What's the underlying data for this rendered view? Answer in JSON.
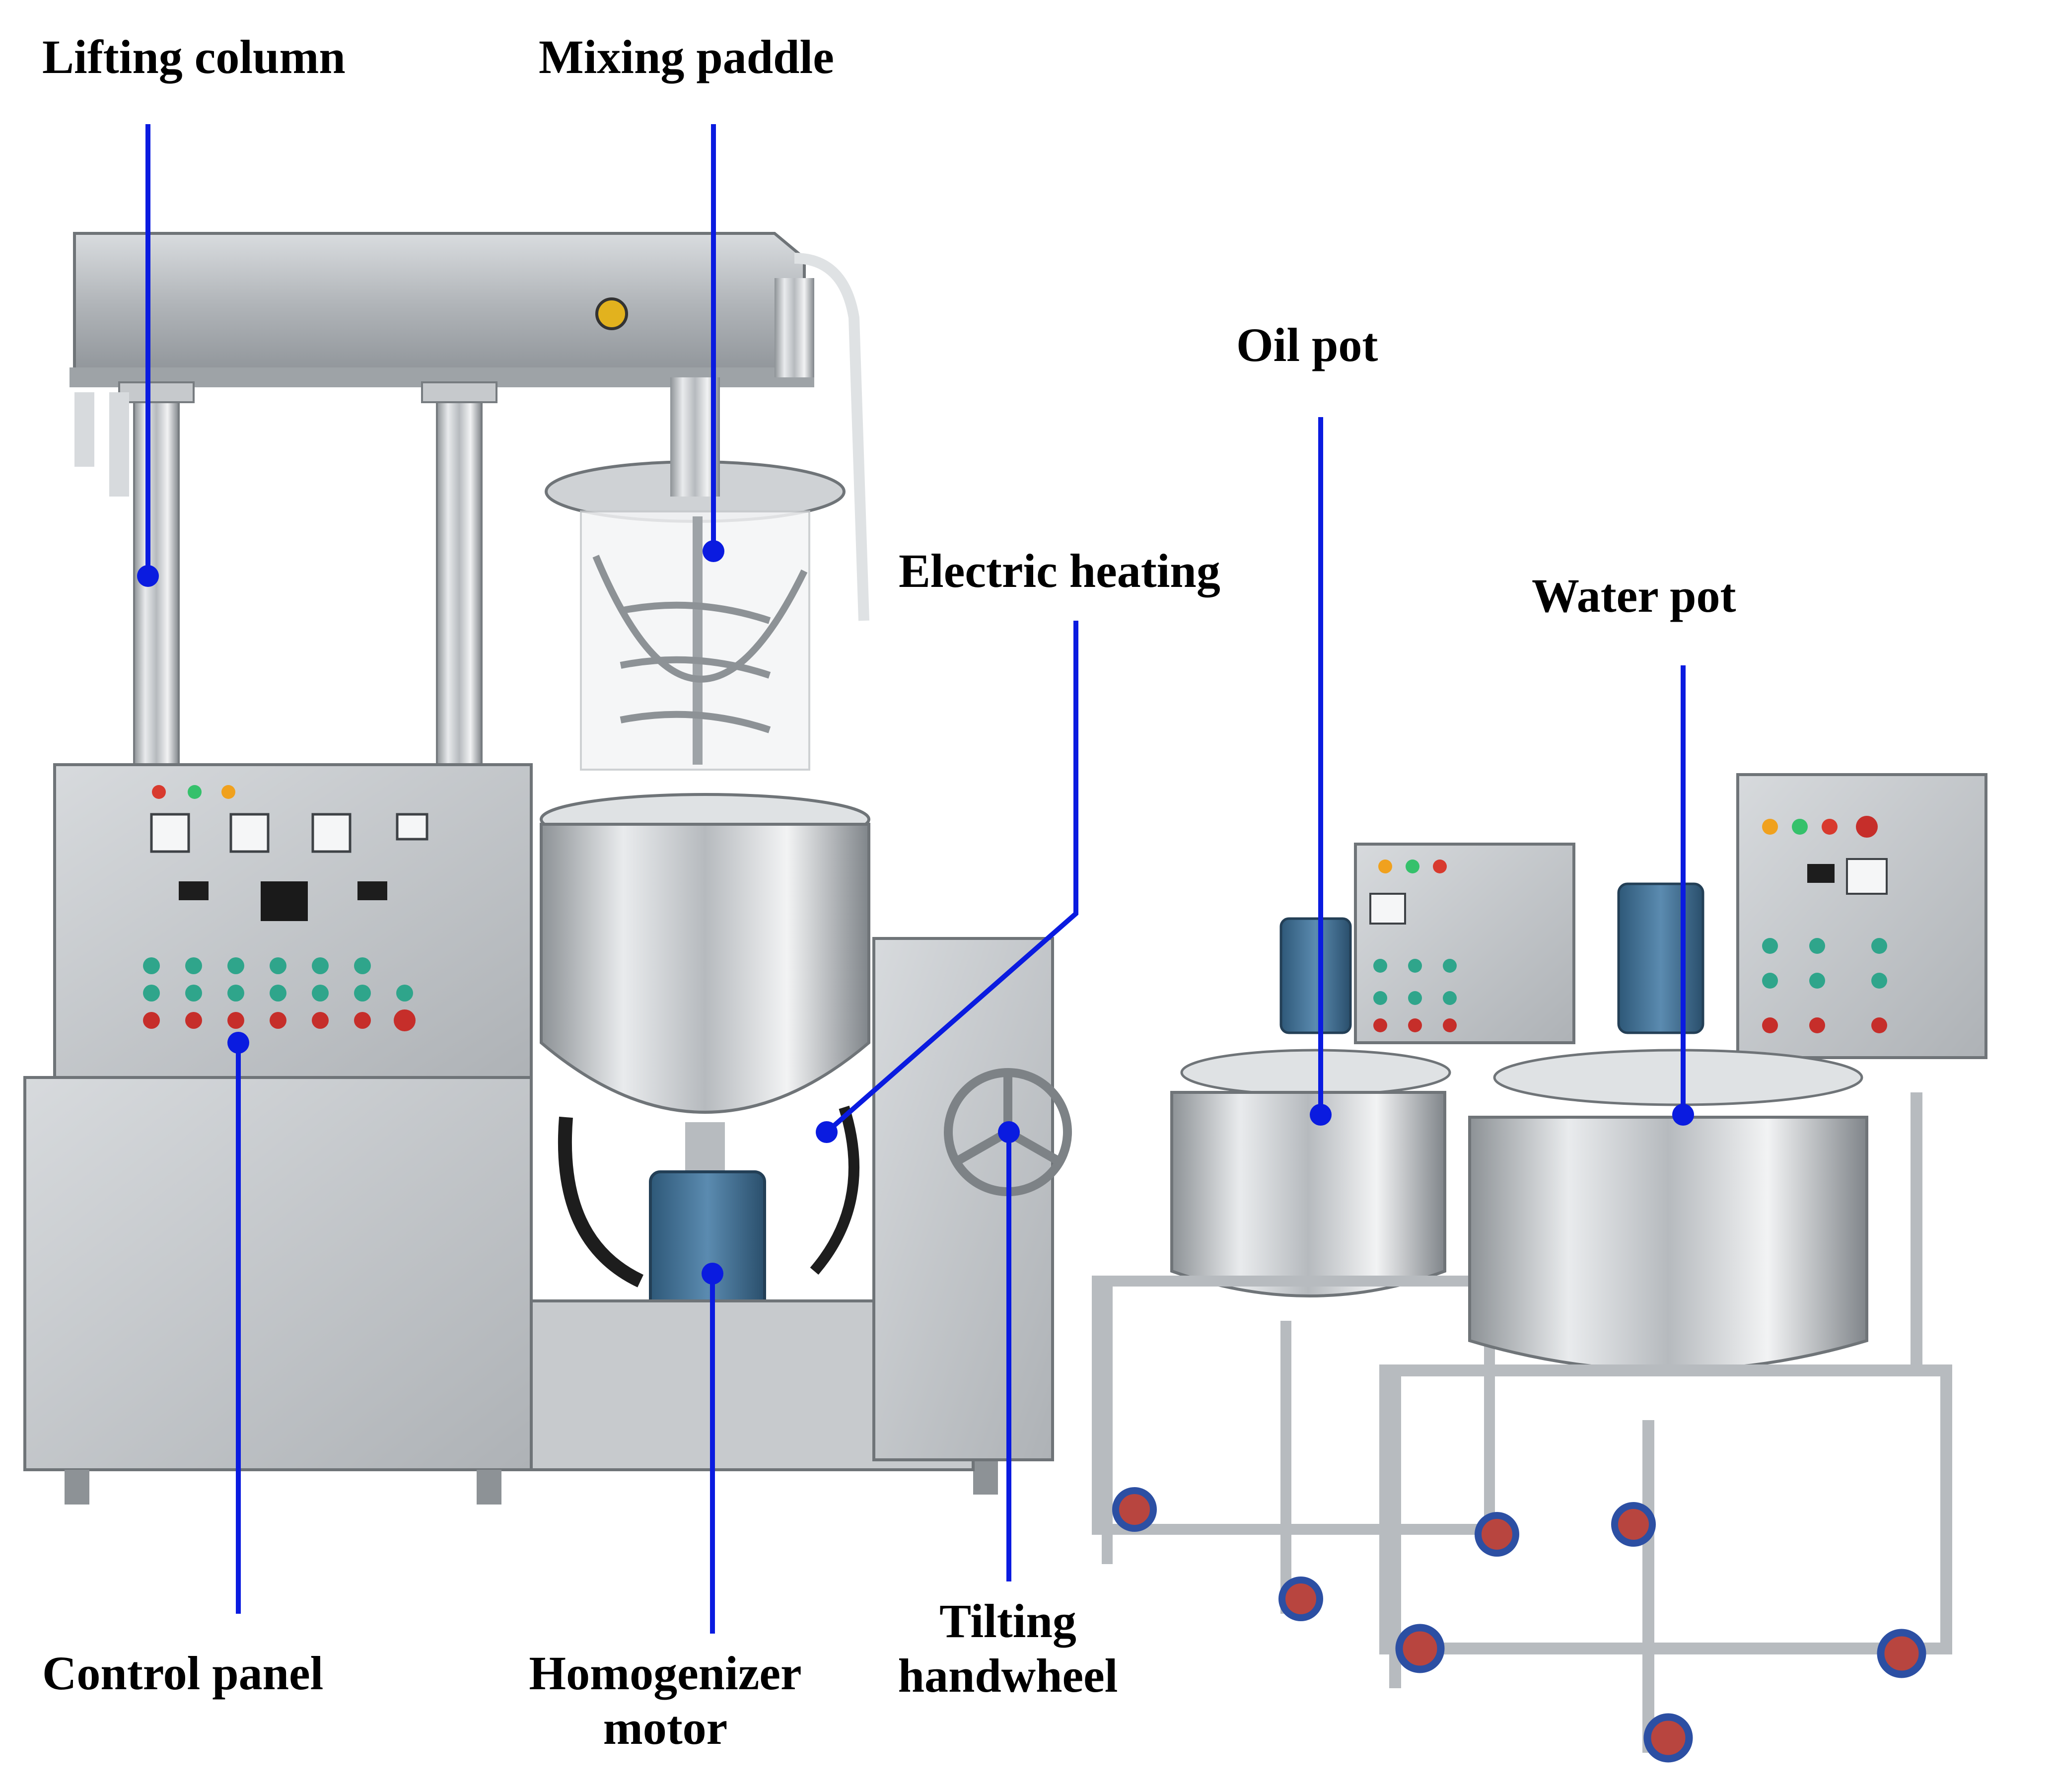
{
  "labels": {
    "lifting_column": "Lifting column",
    "mixing_paddle": "Mixing paddle",
    "electric_heating": "Electric heating",
    "oil_pot": "Oil pot",
    "water_pot": "Water pot",
    "control_panel": "Control panel",
    "homogenizer_motor_line1": "Homogenizer",
    "homogenizer_motor_line2": "motor",
    "tilting_handwheel_line1": "Tilting",
    "tilting_handwheel_line2": "handwheel"
  },
  "colors": {
    "leader_line": "#0a1be0",
    "steel_light": "#e3e5e7",
    "steel_mid": "#b9bdc1",
    "steel_dark": "#7d8286",
    "motor_blue": "#3d6f96",
    "wheel_red": "#b8453f",
    "wheel_blue": "#2c4fa3"
  }
}
